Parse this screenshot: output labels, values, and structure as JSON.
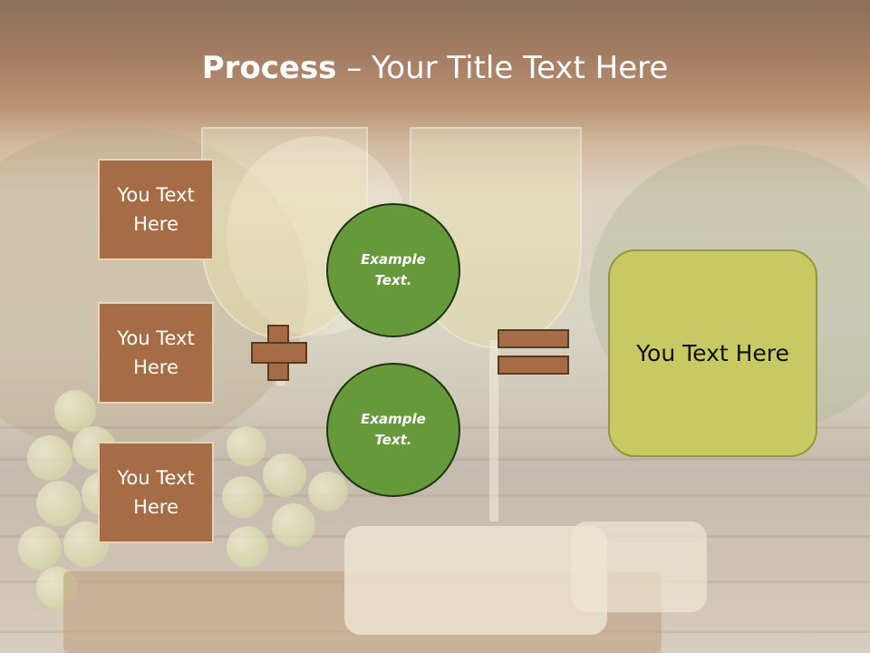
{
  "slide": {
    "title_bold": "Process",
    "title_rest": " – Your Title Text Here"
  },
  "inputs": [
    {
      "label": "You Text Here"
    },
    {
      "label": "You Text Here"
    },
    {
      "label": "You Text Here"
    }
  ],
  "circles": [
    {
      "label": "Example Text."
    },
    {
      "label": "Example Text."
    }
  ],
  "result": {
    "label": "You Text Here"
  },
  "colors": {
    "box_fill": "#a56c45",
    "circle_fill": "#66993a",
    "result_fill": "#c7c964",
    "header_band": "#8a5a3c"
  }
}
